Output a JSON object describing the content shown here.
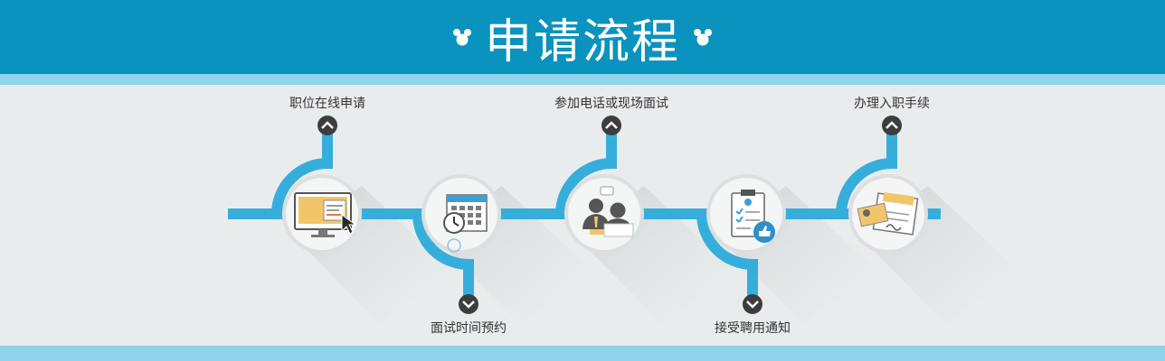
{
  "title": "申请流程",
  "icons": {
    "title_decor": "mickey-mouse-icon",
    "chevron_up": "chevron-up-icon",
    "chevron_down": "chevron-down-icon"
  },
  "colors": {
    "header": "#0a93be",
    "strip": "#8fd4e8",
    "flow_line": "#36aedc",
    "background": "#e9eced",
    "chevron": "#3d3d3d"
  },
  "steps": [
    {
      "label": "职位在线申请",
      "icon": "computer-cursor-icon"
    },
    {
      "label": "面试时间预约",
      "icon": "calendar-clock-icon"
    },
    {
      "label": "参加电话或现场面试",
      "icon": "interview-people-icon"
    },
    {
      "label": "接受聘用通知",
      "icon": "clipboard-thumbs-up-icon"
    },
    {
      "label": "办理入职手续",
      "icon": "id-card-document-icon"
    }
  ]
}
